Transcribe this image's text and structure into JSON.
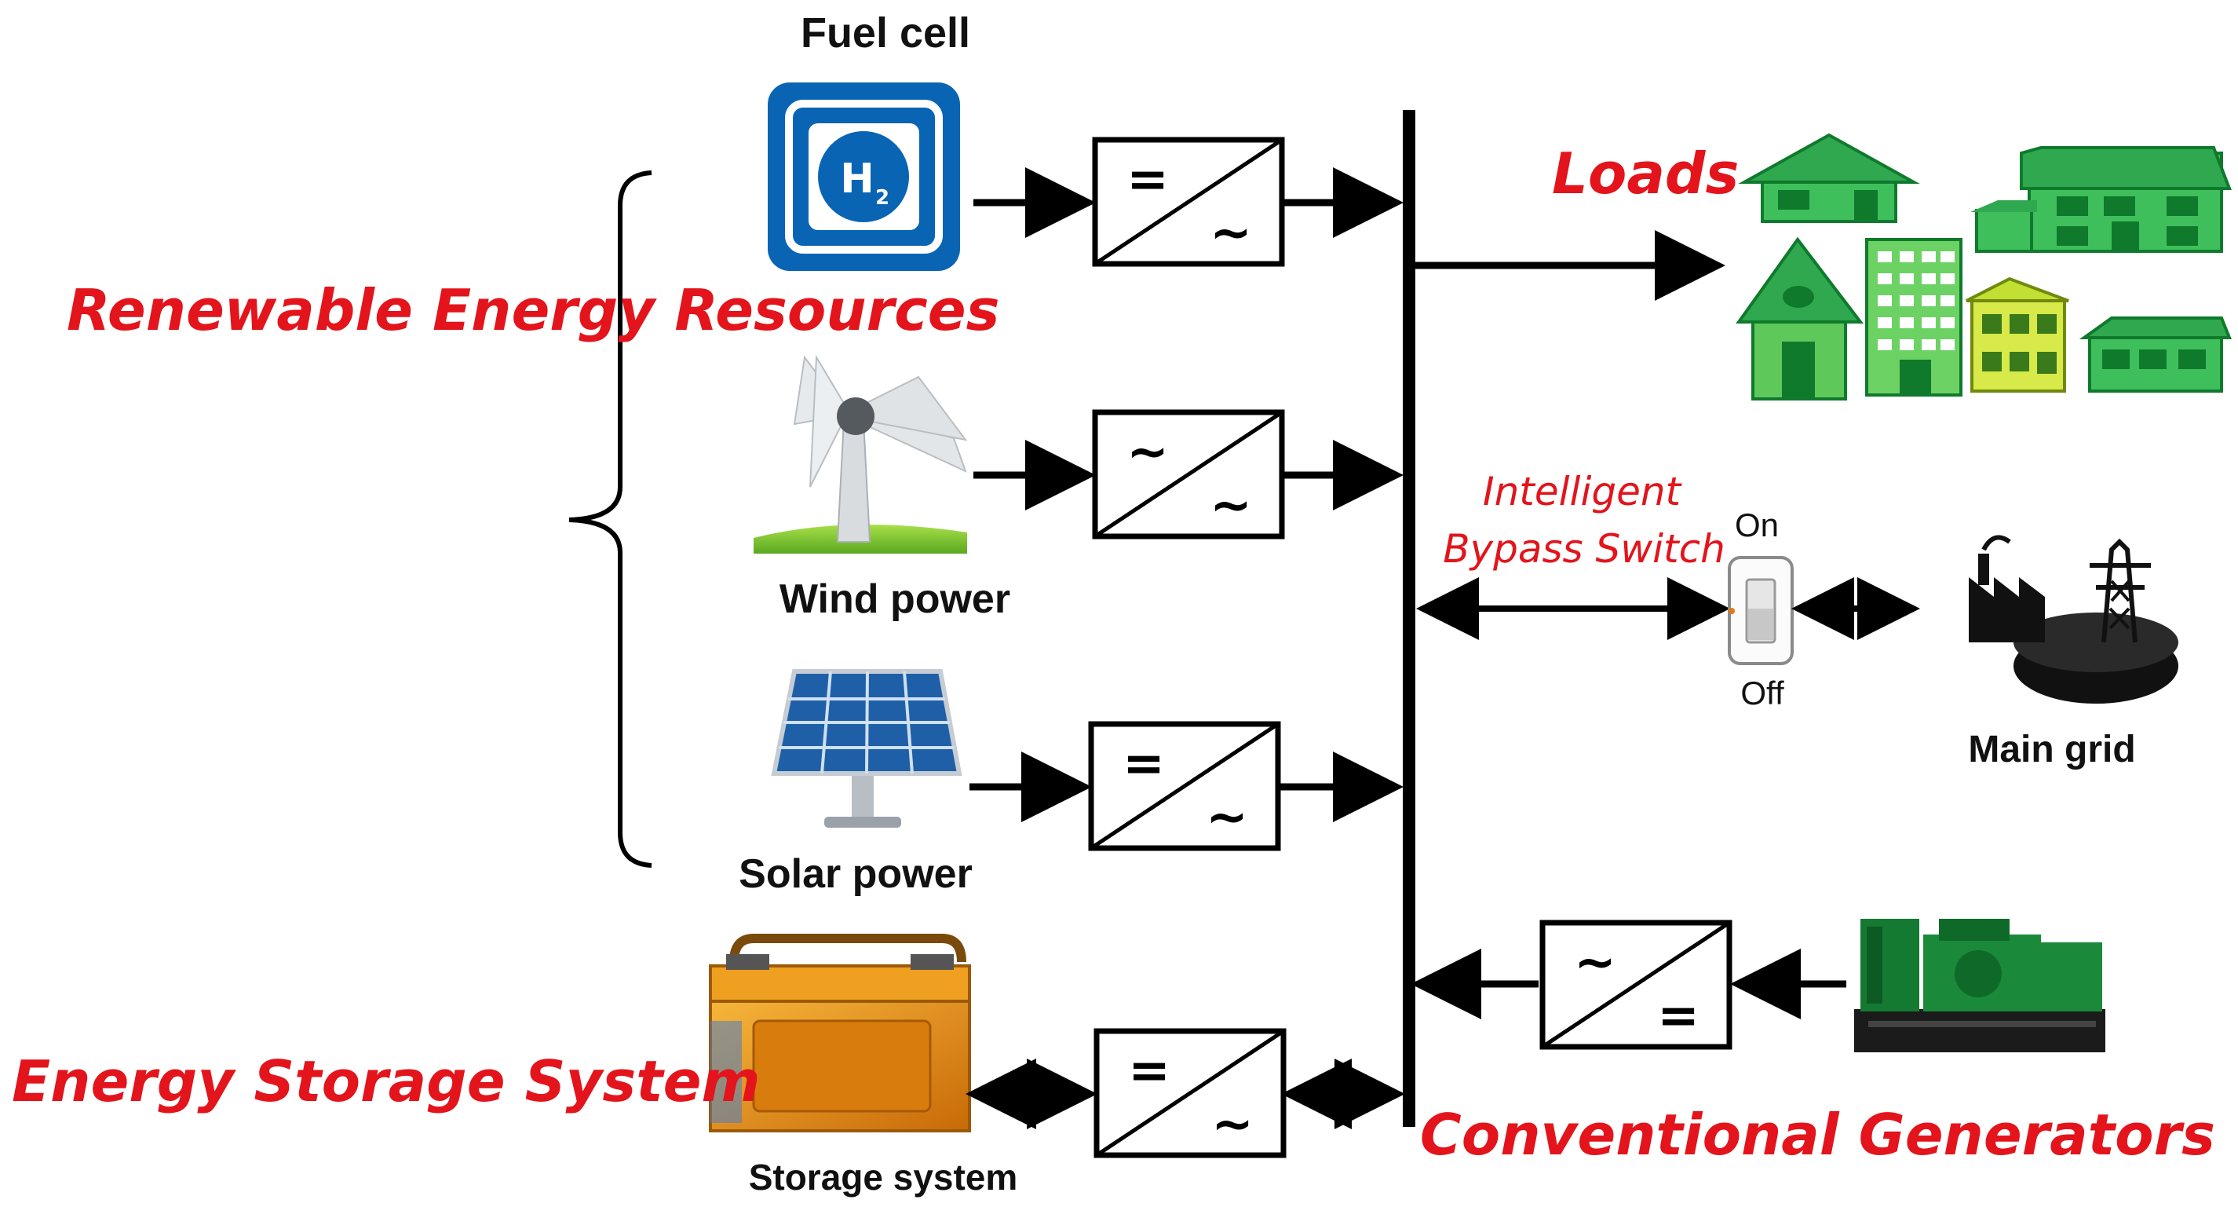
{
  "labels": {
    "fuel_cell": "Fuel cell",
    "wind_power": "Wind power",
    "solar_power": "Solar power",
    "storage_system": "Storage system",
    "main_grid": "Main grid",
    "on": "On",
    "off": "Off",
    "h2": "H",
    "h2_sub": "2"
  },
  "titles": {
    "renewable": "Renewable Energy Resources",
    "loads": "Loads",
    "bypass_line1": "Intelligent",
    "bypass_line2": "Bypass Switch",
    "storage": "Energy Storage System",
    "conventional": "Conventional Generators"
  },
  "converters": {
    "fuel_cell": {
      "top": "=",
      "bottom": "~"
    },
    "wind": {
      "top": "~",
      "bottom": "~"
    },
    "solar": {
      "top": "=",
      "bottom": "~"
    },
    "storage": {
      "top": "=",
      "bottom": "~"
    },
    "generator": {
      "top": "~",
      "bottom": "="
    }
  },
  "colors": {
    "title_red": "#e3141b",
    "line": "#000000",
    "house_green": "#2fa84f",
    "house_dark": "#0f7a2c",
    "fuel_blue": "#0a64b4",
    "panel_blue": "#1f5fa8",
    "battery_orange": "#e58a12",
    "generator_green": "#1a8a3a"
  }
}
